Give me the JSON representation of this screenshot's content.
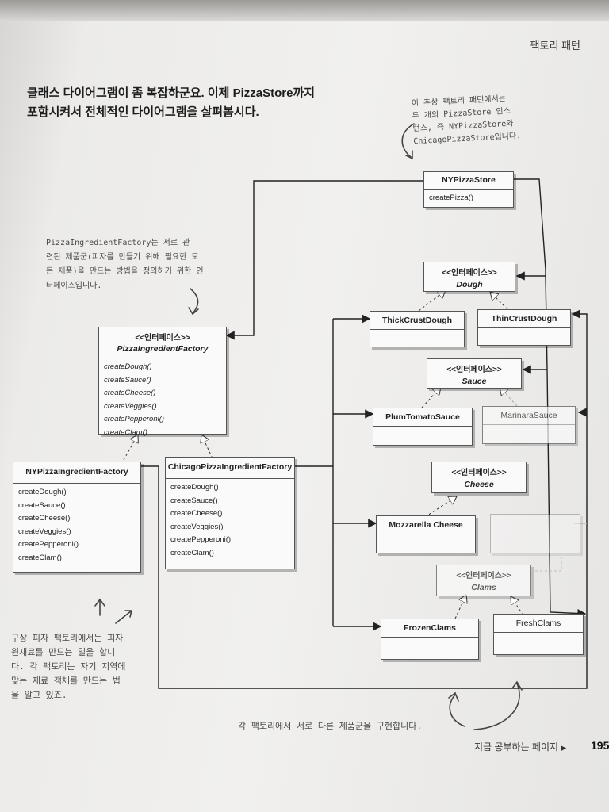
{
  "header": {
    "chapter": "팩토리 패턴"
  },
  "intro": {
    "line1": "클래스 다이어그램이 좀 복잡하군요. 이제 PizzaStore까지",
    "line2": "포함시켜서 전체적인 다이어그램을 살펴봅시다."
  },
  "notes": {
    "top_right": [
      "이 추상 팩토리 패턴에서는",
      "두 개의 PizzaStore 인스",
      "턴스, 즉 NYPizzaStore와",
      "ChicagoPizzaStore입니다."
    ],
    "left_factory": [
      "PizzaIngredientFactory는 서로 관",
      "련된 제품군(피자를 만들기 위해 필요한 모",
      "든 제품)을 만드는 방법을 정의하기 위한 인",
      "터페이스입니다."
    ],
    "bottom_left": [
      "구상 피자 팩토리에서는 피자",
      "원재료를 만드는 일을 합니",
      "다. 각 팩토리는 자기 지역에",
      "맞는 재료 객체를 만드는 법",
      "을 알고 있죠."
    ],
    "bottom": "각 팩토리에서 서로 다른 제품군을 구현합니다."
  },
  "diagram": {
    "interface_stereotype": "<<인터페이스>>",
    "ny_store": {
      "name": "NYPizzaStore",
      "methods": [
        "createPizza()"
      ]
    },
    "factory_interface": {
      "name": "PizzaIngredientFactory",
      "methods": [
        "createDough()",
        "createSauce()",
        "createCheese()",
        "createVeggies()",
        "createPepperoni()",
        "createClam()"
      ]
    },
    "ny_factory": {
      "name": "NYPizzaIngredientFactory",
      "methods": [
        "createDough()",
        "createSauce()",
        "createCheese()",
        "createVeggies()",
        "createPepperoni()",
        "createClam()"
      ]
    },
    "chicago_factory": {
      "name": "ChicagoPizzaIngredientFactory",
      "methods": [
        "createDough()",
        "createSauce()",
        "createCheese()",
        "createVeggies()",
        "createPepperoni()",
        "createClam()"
      ]
    },
    "products": {
      "dough": {
        "iface": "Dough",
        "impls": [
          "ThickCrustDough",
          "ThinCrustDough"
        ]
      },
      "sauce": {
        "iface": "Sauce",
        "impls": [
          "PlumTomatoSauce",
          "MarinaraSauce"
        ]
      },
      "cheese": {
        "iface": "Cheese",
        "impls": [
          "Mozzarella Cheese"
        ]
      },
      "clams": {
        "iface": "Clams",
        "impls": [
          "FrozenClams",
          "FreshClams"
        ]
      }
    }
  },
  "footer": {
    "text": "지금 공부하는 페이지",
    "arrow": "▶",
    "page_number": "195"
  }
}
